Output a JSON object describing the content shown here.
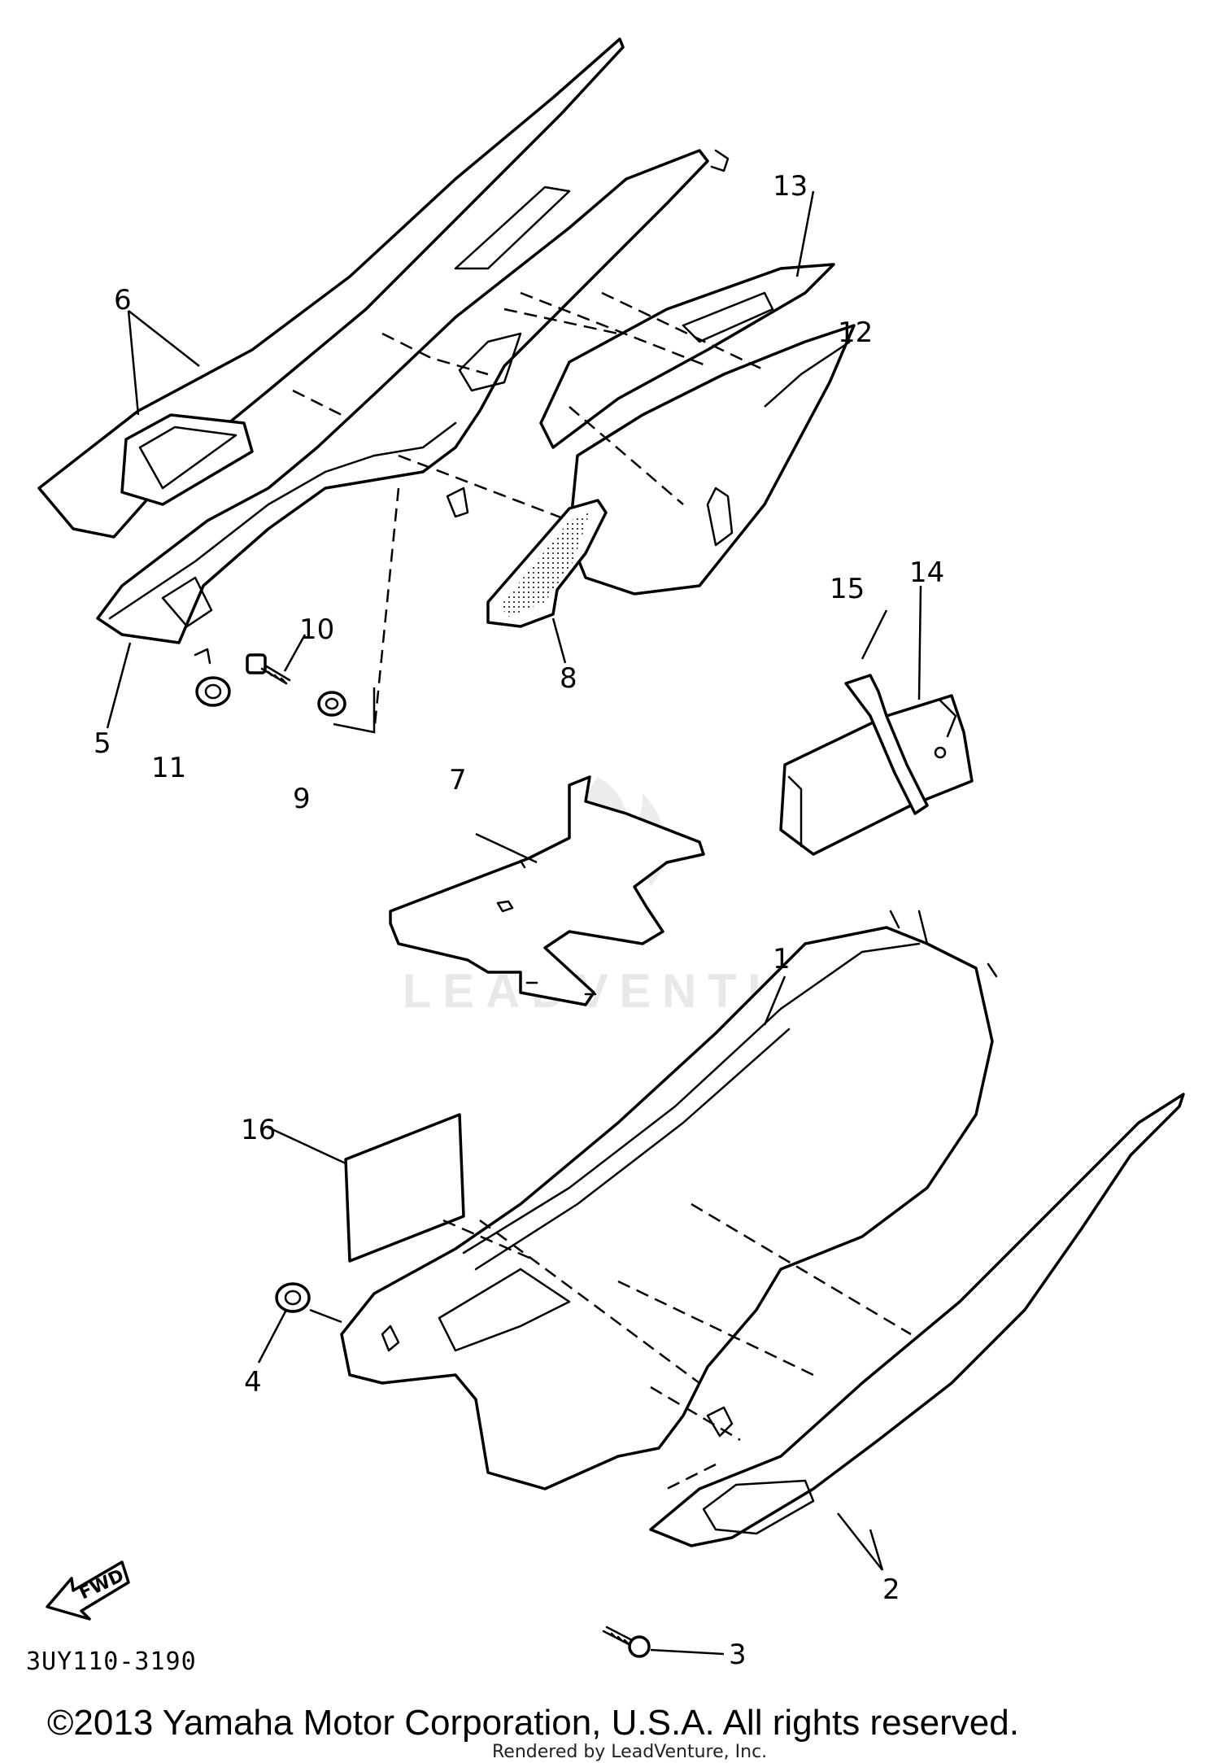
{
  "diagram": {
    "callouts": [
      {
        "id": "1",
        "label": "1"
      },
      {
        "id": "2",
        "label": "2"
      },
      {
        "id": "3",
        "label": "3"
      },
      {
        "id": "4",
        "label": "4"
      },
      {
        "id": "5",
        "label": "5"
      },
      {
        "id": "6",
        "label": "6"
      },
      {
        "id": "7",
        "label": "7"
      },
      {
        "id": "8",
        "label": "8"
      },
      {
        "id": "9",
        "label": "9"
      },
      {
        "id": "10",
        "label": "10"
      },
      {
        "id": "11",
        "label": "11"
      },
      {
        "id": "12",
        "label": "12"
      },
      {
        "id": "13",
        "label": "13"
      },
      {
        "id": "14",
        "label": "14"
      },
      {
        "id": "15",
        "label": "15"
      },
      {
        "id": "16",
        "label": "16"
      }
    ],
    "fwd_label": "FWD",
    "diagram_code": "3UY110-3190",
    "watermark": "LEADVENTURE"
  },
  "footer": {
    "copyright": "©2013 Yamaha Motor Corporation, U.S.A. All rights reserved.",
    "rendered_by": "Rendered by LeadVenture, Inc."
  }
}
